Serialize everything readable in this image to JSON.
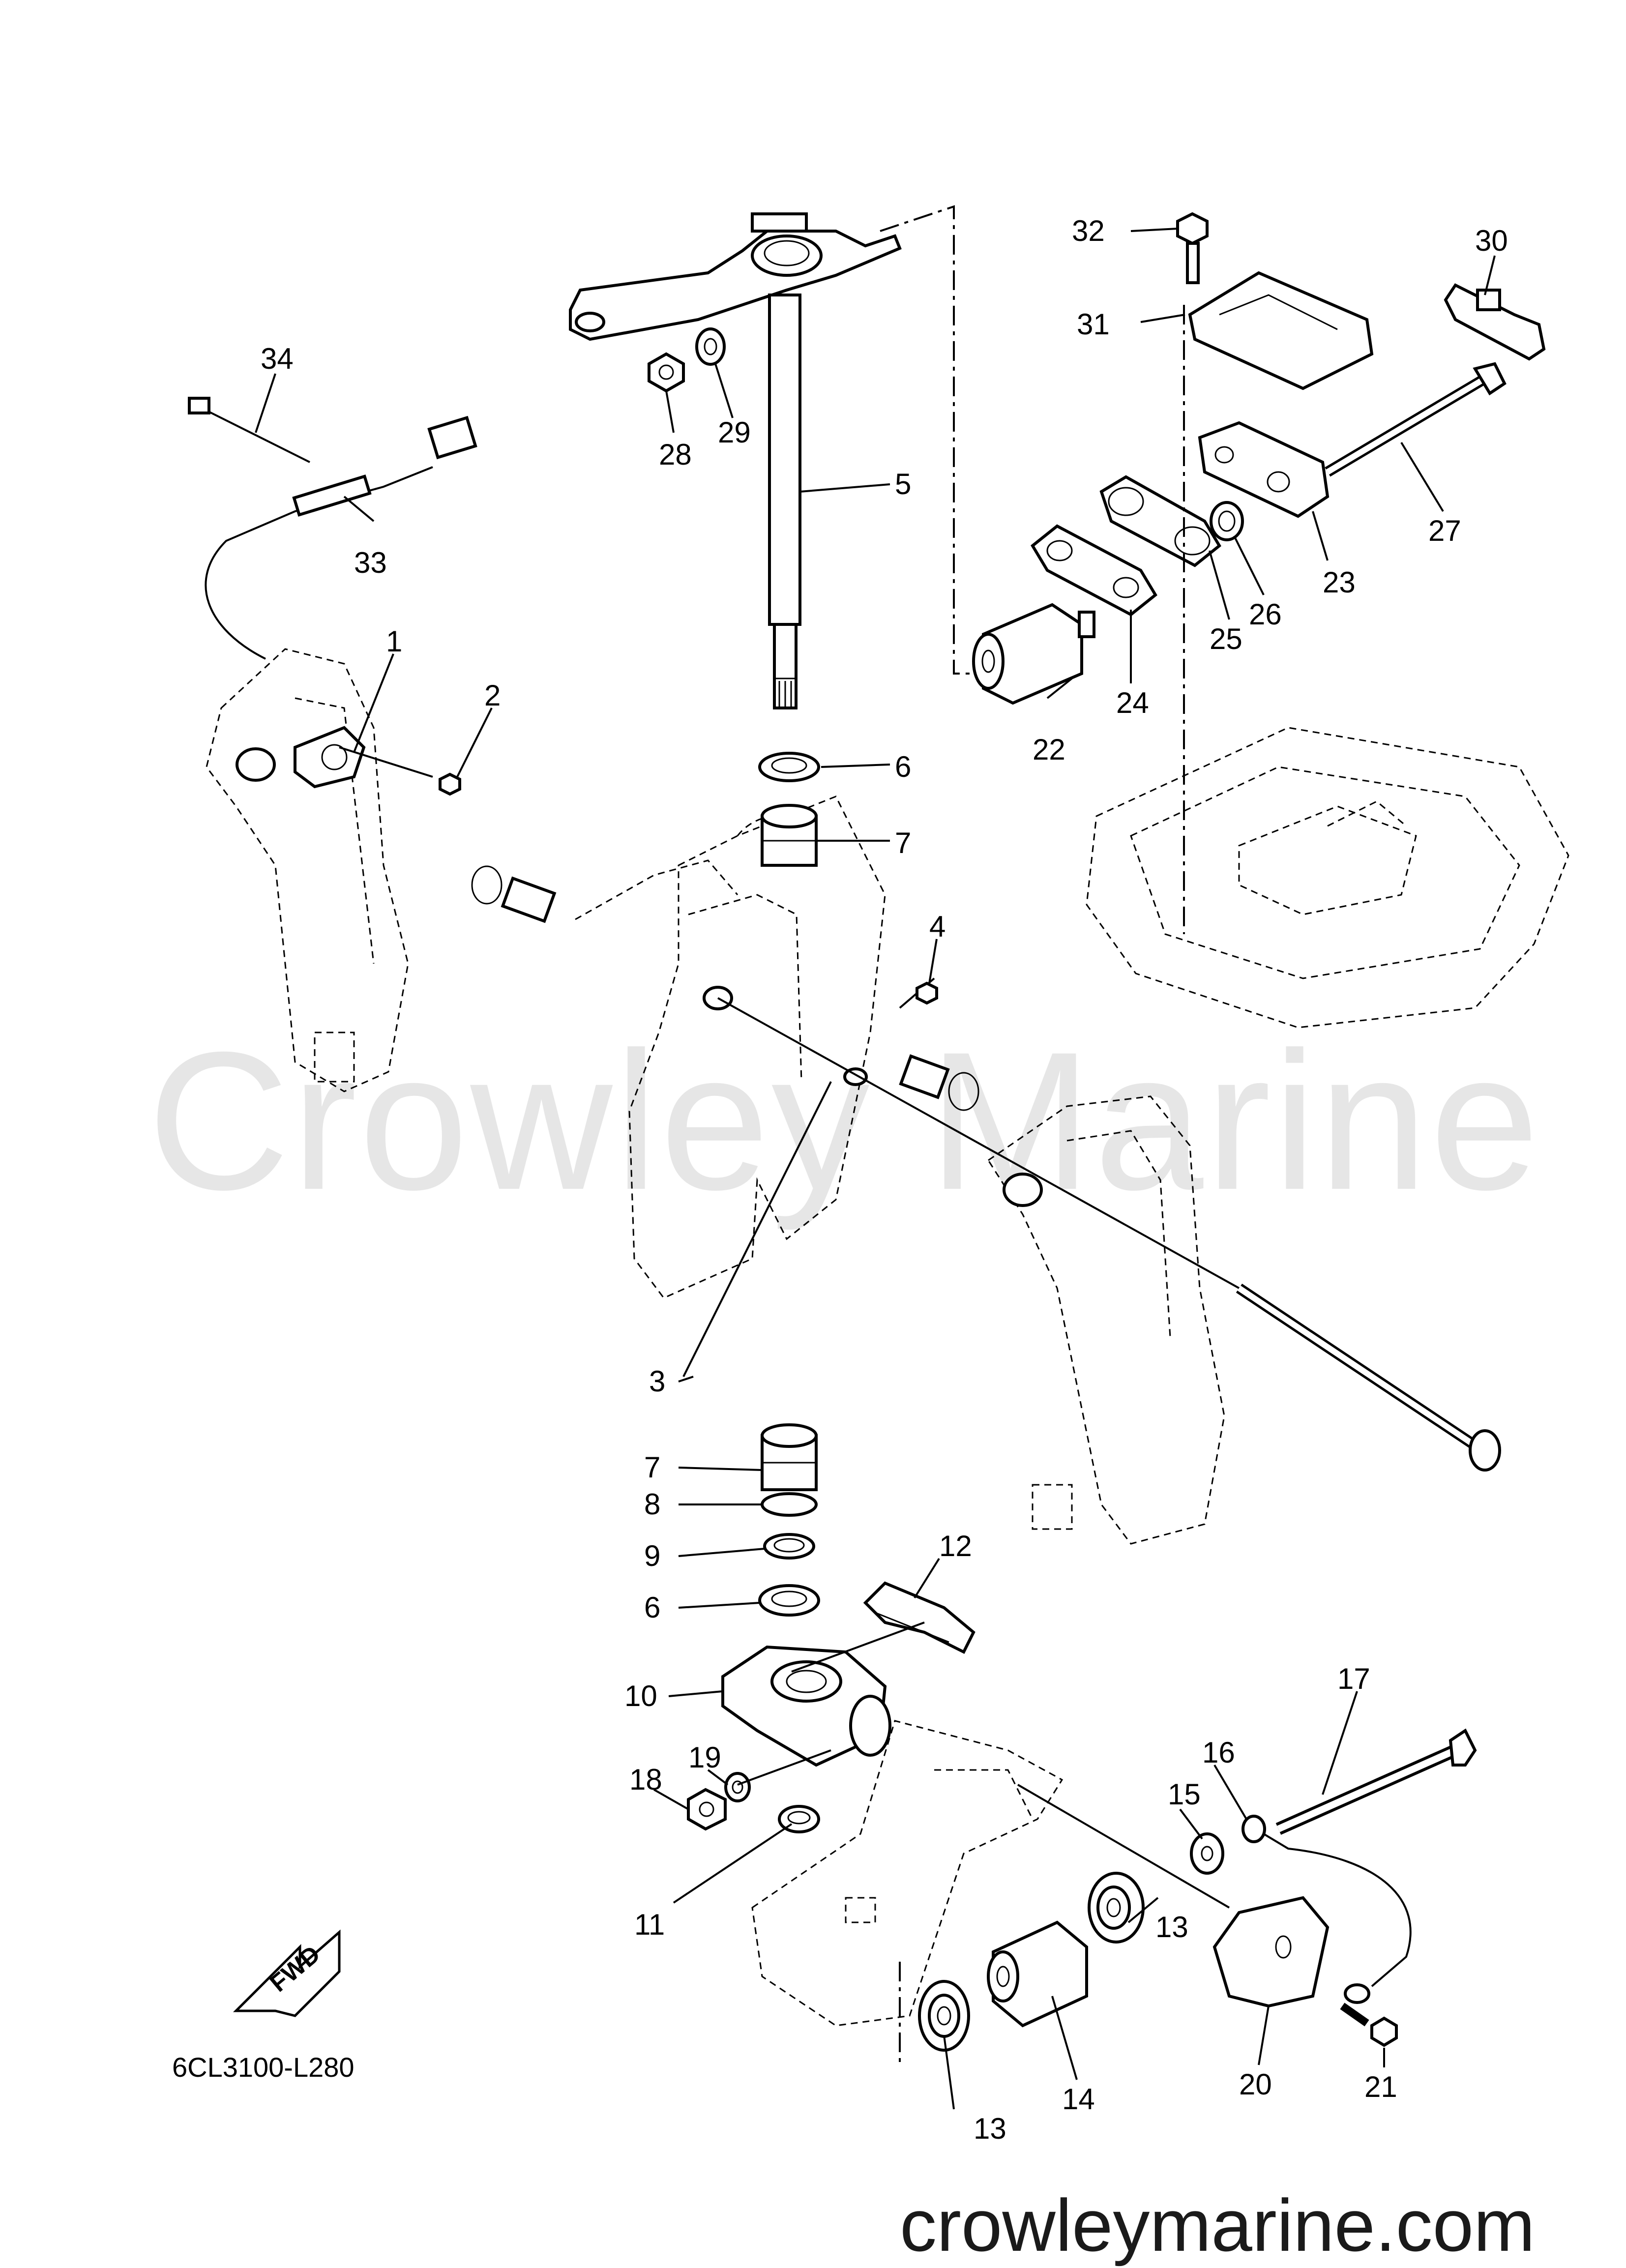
{
  "watermark": "Crowley Marine",
  "diagram_code": "6CL3100-L280",
  "website": "crowleymarine.com",
  "fwd_label": "FWD",
  "callouts": [
    "1",
    "2",
    "3",
    "4",
    "5",
    "6",
    "7",
    "7",
    "8",
    "9",
    "6",
    "10",
    "11",
    "12",
    "13",
    "13",
    "14",
    "15",
    "16",
    "17",
    "18",
    "19",
    "20",
    "21",
    "22",
    "23",
    "24",
    "25",
    "26",
    "27",
    "28",
    "29",
    "30",
    "31",
    "32",
    "33",
    "34"
  ]
}
